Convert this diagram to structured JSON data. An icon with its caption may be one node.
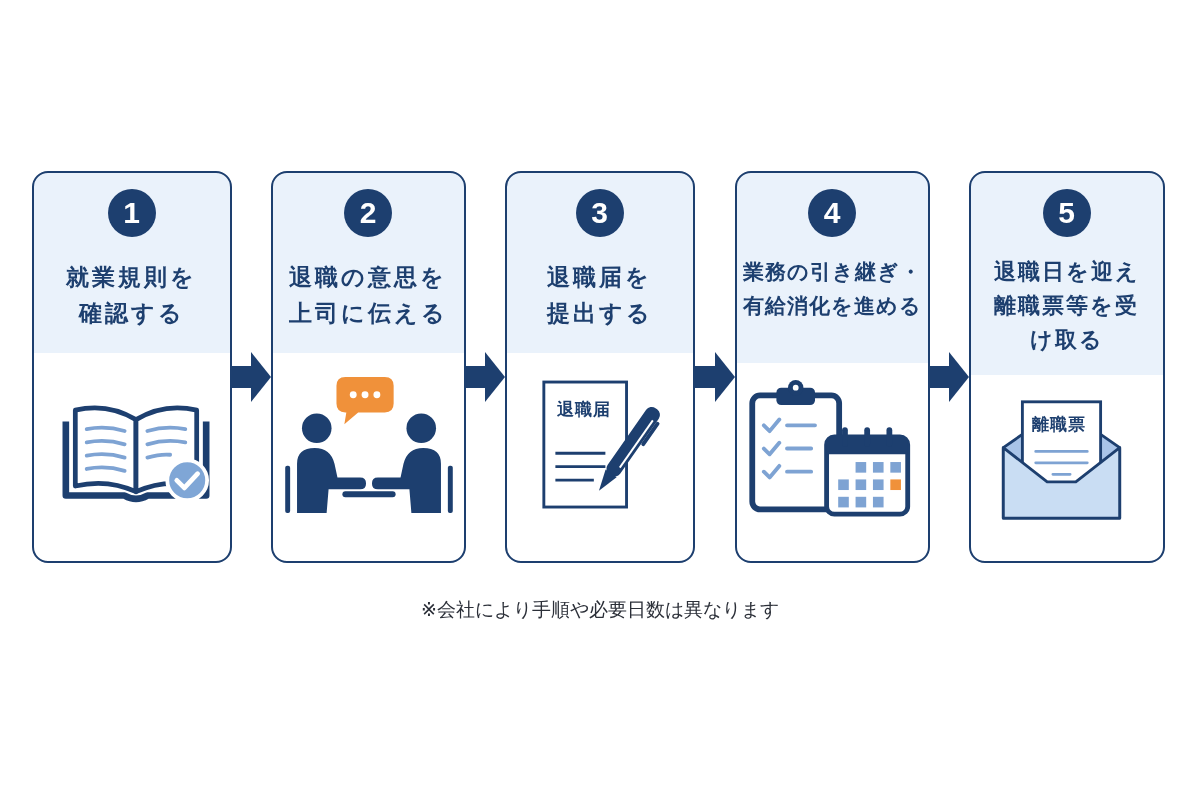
{
  "diagram": {
    "caption": "※会社により手順や必要日数は異なります",
    "nodes": [
      {
        "text": [
          "就業規則を確認する"
        ]
      },
      {
        "text": [
          "1"
        ],
        "in": 0
      },
      {
        "text": [
          "退職の意思を上司に伝える"
        ]
      },
      {
        "text": [
          "2"
        ],
        "in": 2
      },
      {
        "text": [
          "退職届を提出する",
          "退職届"
        ]
      },
      {
        "text": [
          "3"
        ],
        "in": 4
      },
      {
        "text": [
          "業務の引き継ぎ・有給消化を進める"
        ]
      },
      {
        "text": [
          "4"
        ],
        "in": 6
      },
      {
        "text": [
          "退職日を迎え離職票等を受け取る",
          "離職票"
        ]
      },
      {
        "text": [
          "5"
        ],
        "in": 8
      }
    ],
    "edges": [
      {
        "from": 0,
        "to": 2,
        "arrow": "to"
      },
      {
        "from": 2,
        "to": 4,
        "arrow": "to"
      },
      {
        "from": 4,
        "to": 6,
        "arrow": "to"
      },
      {
        "from": 6,
        "to": 8,
        "arrow": "to"
      }
    ]
  }
}
